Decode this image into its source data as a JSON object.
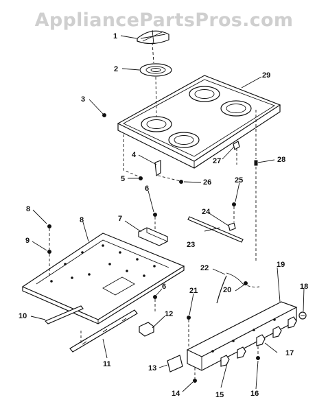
{
  "watermark": "AppliancePartsPros.com",
  "callouts": [
    {
      "id": "c1",
      "label": "1"
    },
    {
      "id": "c2",
      "label": "2"
    },
    {
      "id": "c3",
      "label": "3"
    },
    {
      "id": "c4",
      "label": "4"
    },
    {
      "id": "c5",
      "label": "5"
    },
    {
      "id": "c6a",
      "label": "6"
    },
    {
      "id": "c6b",
      "label": "6"
    },
    {
      "id": "c7",
      "label": "7"
    },
    {
      "id": "c8",
      "label": "8"
    },
    {
      "id": "c8b",
      "label": "8"
    },
    {
      "id": "c9",
      "label": "9"
    },
    {
      "id": "c10",
      "label": "10"
    },
    {
      "id": "c11",
      "label": "11"
    },
    {
      "id": "c12",
      "label": "12"
    },
    {
      "id": "c13",
      "label": "13"
    },
    {
      "id": "c14",
      "label": "14"
    },
    {
      "id": "c15",
      "label": "15"
    },
    {
      "id": "c16",
      "label": "16"
    },
    {
      "id": "c17",
      "label": "17"
    },
    {
      "id": "c18",
      "label": "18"
    },
    {
      "id": "c19",
      "label": "19"
    },
    {
      "id": "c20",
      "label": "20"
    },
    {
      "id": "c21",
      "label": "21"
    },
    {
      "id": "c22",
      "label": "22"
    },
    {
      "id": "c23",
      "label": "23"
    },
    {
      "id": "c24",
      "label": "24"
    },
    {
      "id": "c25",
      "label": "25"
    },
    {
      "id": "c26",
      "label": "26"
    },
    {
      "id": "c27",
      "label": "27"
    },
    {
      "id": "c28",
      "label": "28"
    },
    {
      "id": "c29",
      "label": "29"
    }
  ]
}
